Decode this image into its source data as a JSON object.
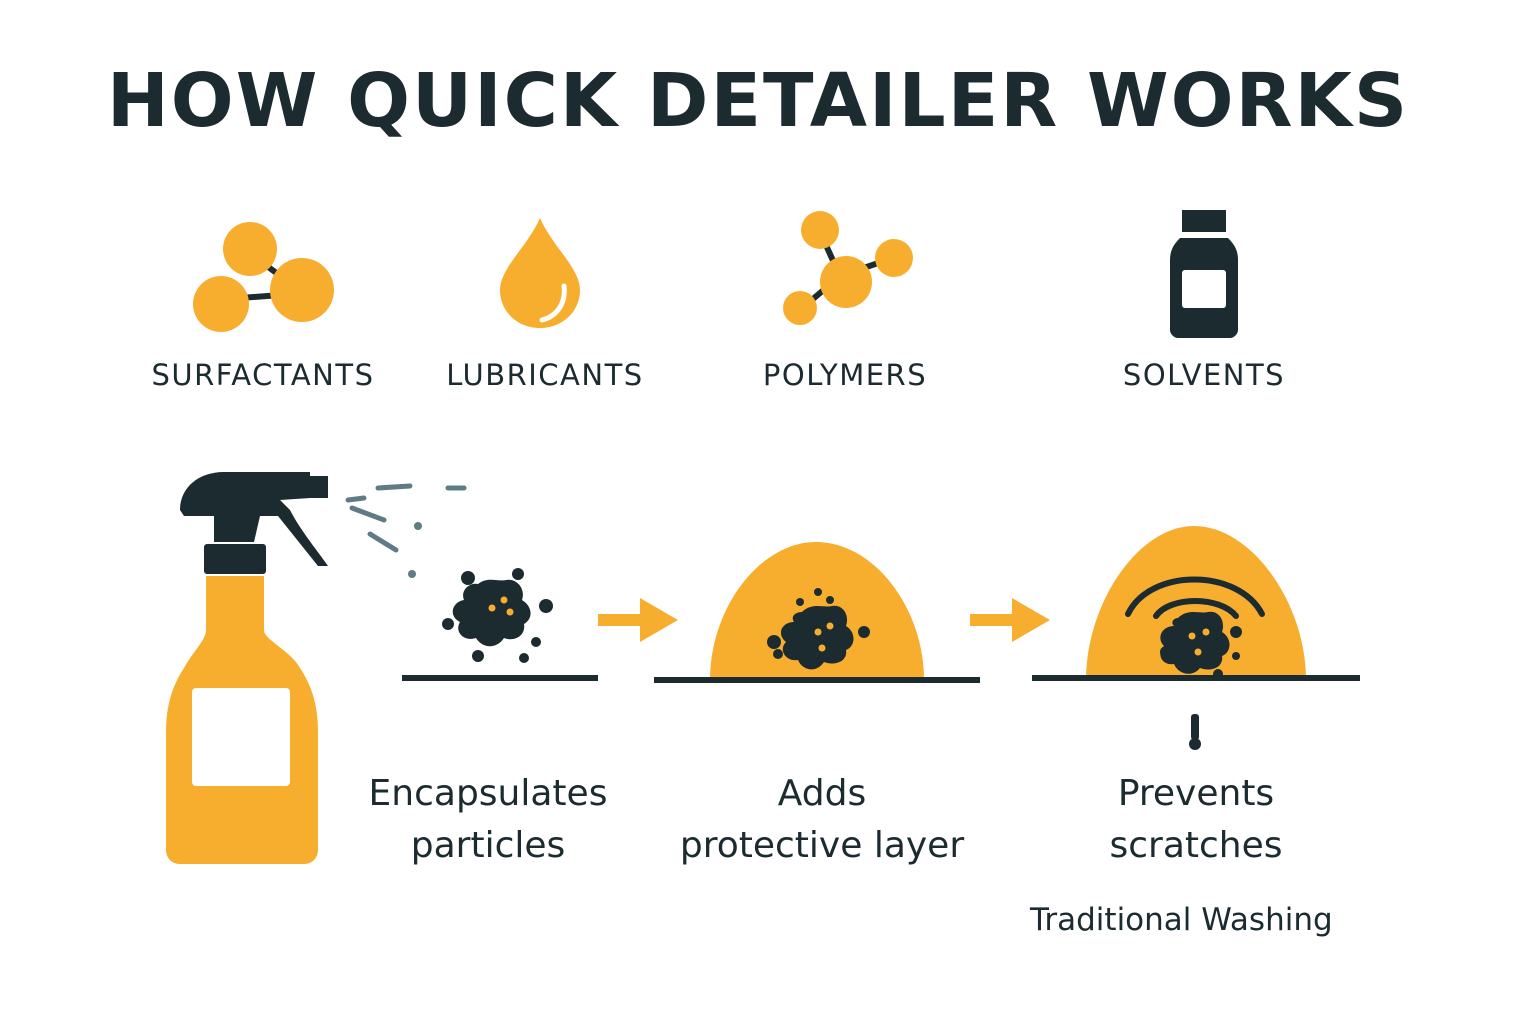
{
  "title": "HOW QUICK DETAILER WORKS",
  "ingredients": [
    {
      "label": "SURFACTANTS",
      "icon": "molecule-cluster-icon"
    },
    {
      "label": "LUBRICANTS",
      "icon": "droplet-icon"
    },
    {
      "label": "POLYMERS",
      "icon": "polymer-chain-icon"
    },
    {
      "label": "SOLVENTS",
      "icon": "bottle-icon"
    }
  ],
  "steps": [
    {
      "caption_line1": "Encapsulates",
      "caption_line2": "particles"
    },
    {
      "caption_line1": "Adds",
      "caption_line2": "protective layer"
    },
    {
      "caption_line1": "Prevents",
      "caption_line2": "scratches"
    }
  ],
  "footnote": "Traditional Washing",
  "colors": {
    "accent": "#f7ae2f",
    "dark": "#1c2b30",
    "spray": "#5f7b86",
    "background": "#ffffff"
  }
}
